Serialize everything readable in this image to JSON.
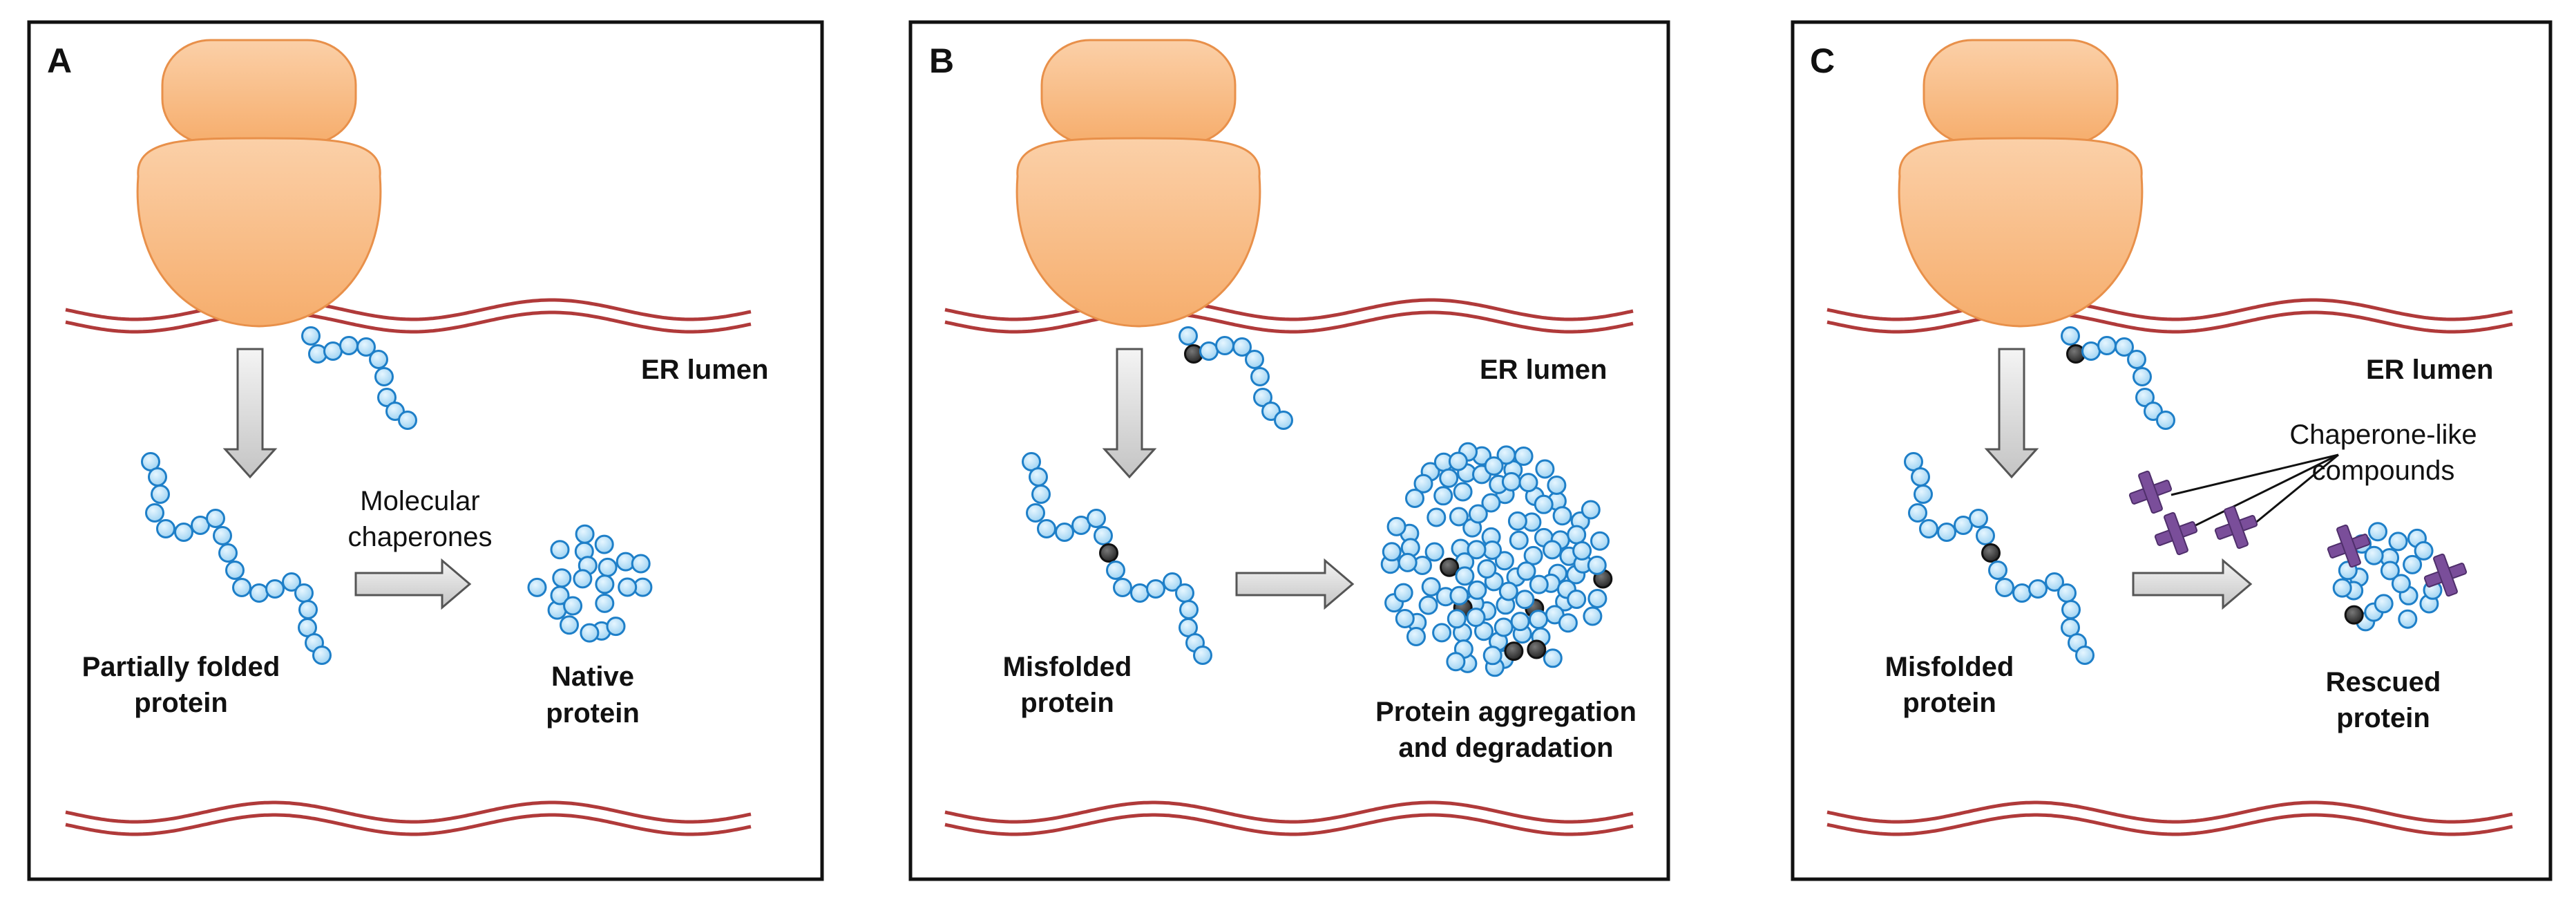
{
  "panels": [
    {
      "id": "A",
      "letter": "A",
      "lumen_label": "ER lumen",
      "left_label": [
        "Partially folded",
        "protein"
      ],
      "arrow_label": [
        "Molecular",
        "chaperones"
      ],
      "right_label": [
        "Native",
        "protein"
      ]
    },
    {
      "id": "B",
      "letter": "B",
      "lumen_label": "ER lumen",
      "left_label": [
        "Misfolded",
        "protein"
      ],
      "right_label": [
        "Protein aggregation",
        "and degradation"
      ]
    },
    {
      "id": "C",
      "letter": "C",
      "lumen_label": "ER lumen",
      "left_label": [
        "Misfolded",
        "protein"
      ],
      "compound_label": [
        "Chaperone-like",
        "compounds"
      ],
      "right_label": [
        "Rescued",
        "protein"
      ]
    }
  ],
  "colors": {
    "border": "#111111",
    "ribosome_fill": "#f9c08d",
    "ribosome_stroke": "#e8904a",
    "membrane": "#b03a3a",
    "bead_fill": "#a9d9f5",
    "bead_stroke": "#1e7fc8",
    "misfold_bead": "#333333",
    "arrow_fill": "#d9d9d9",
    "arrow_stroke": "#555555",
    "compound": "#7a4e9a"
  }
}
